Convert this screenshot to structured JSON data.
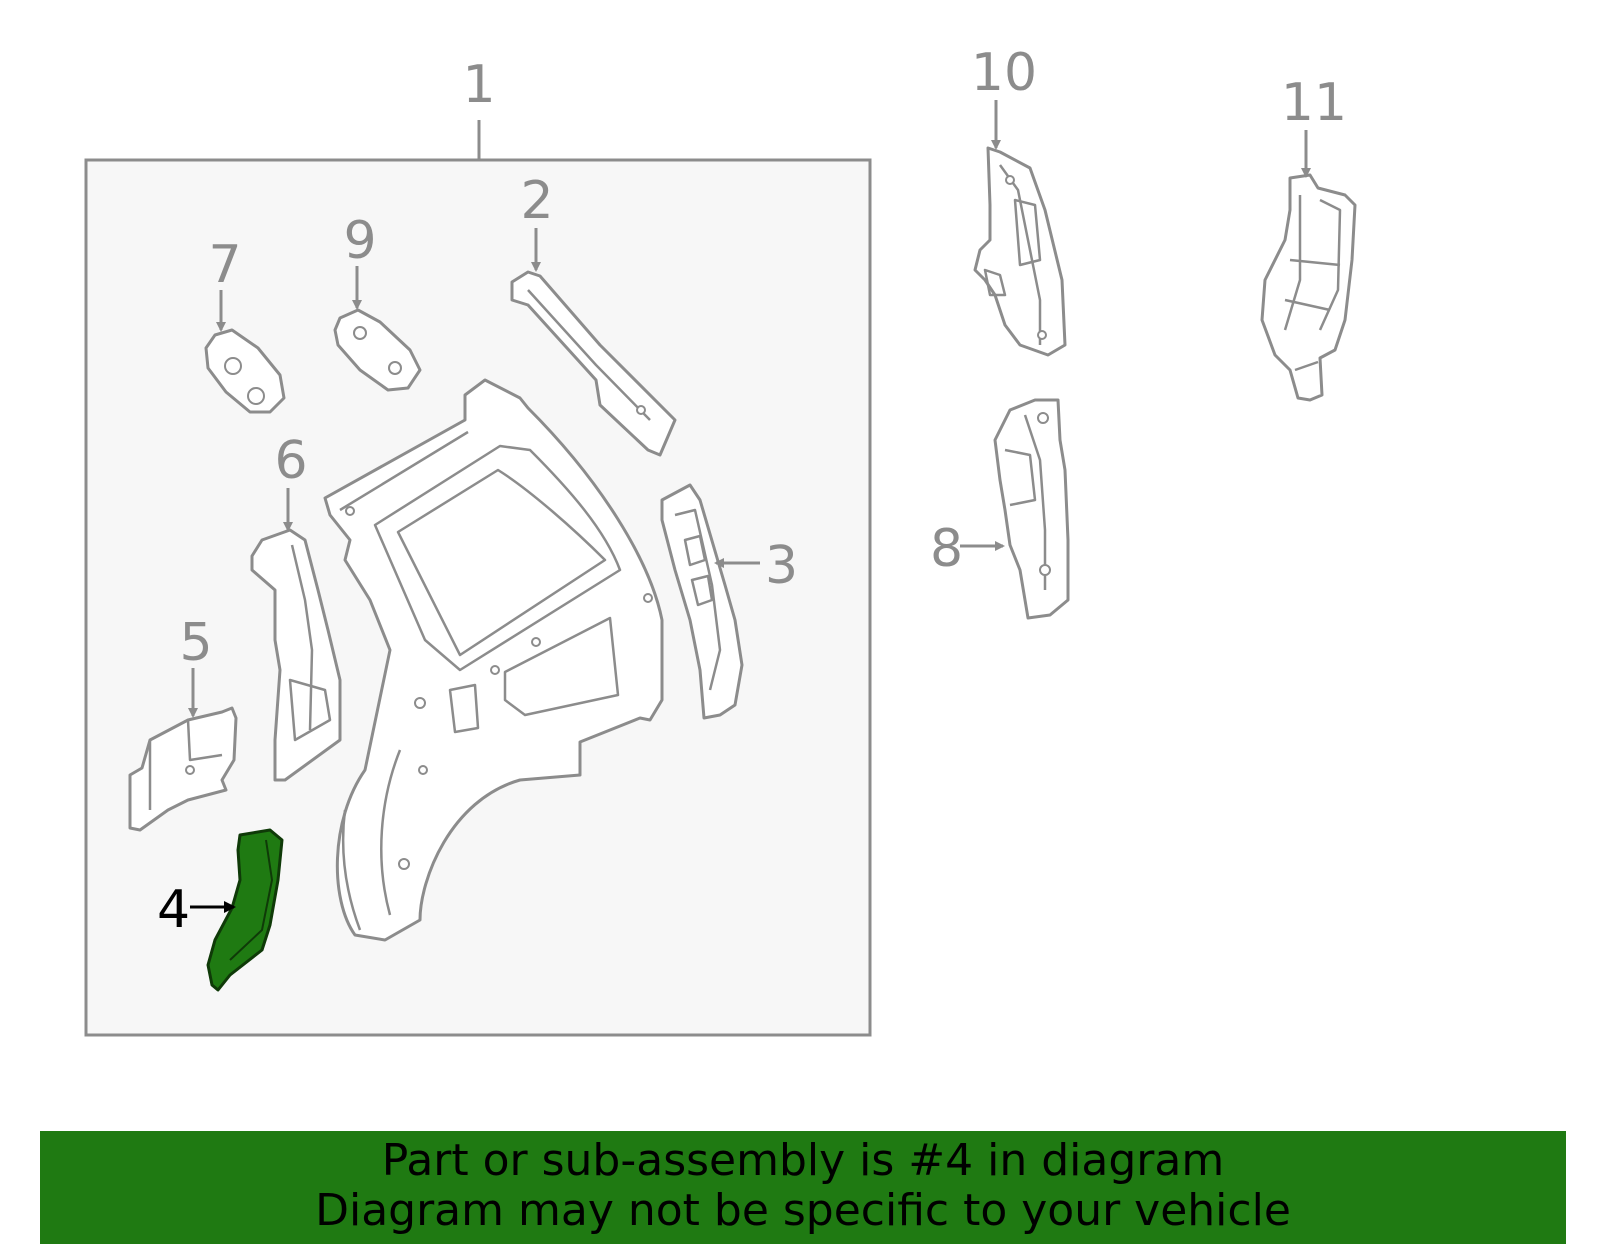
{
  "callouts": {
    "c1": "1",
    "c2": "2",
    "c3": "3",
    "c4": "4",
    "c5": "5",
    "c6": "6",
    "c7": "7",
    "c8": "8",
    "c9": "9",
    "c10": "10",
    "c11": "11"
  },
  "highlighted_part": "4",
  "colors": {
    "highlight_fill": "#1f7a12",
    "banner_background": "#1f7a12",
    "line_art": "#8c8c8c",
    "assembly_box_background": "#f7f7f7"
  },
  "banner": {
    "line1": "Part or sub-assembly is #4 in diagram",
    "line2": "Diagram may not be specific to your vehicle"
  }
}
